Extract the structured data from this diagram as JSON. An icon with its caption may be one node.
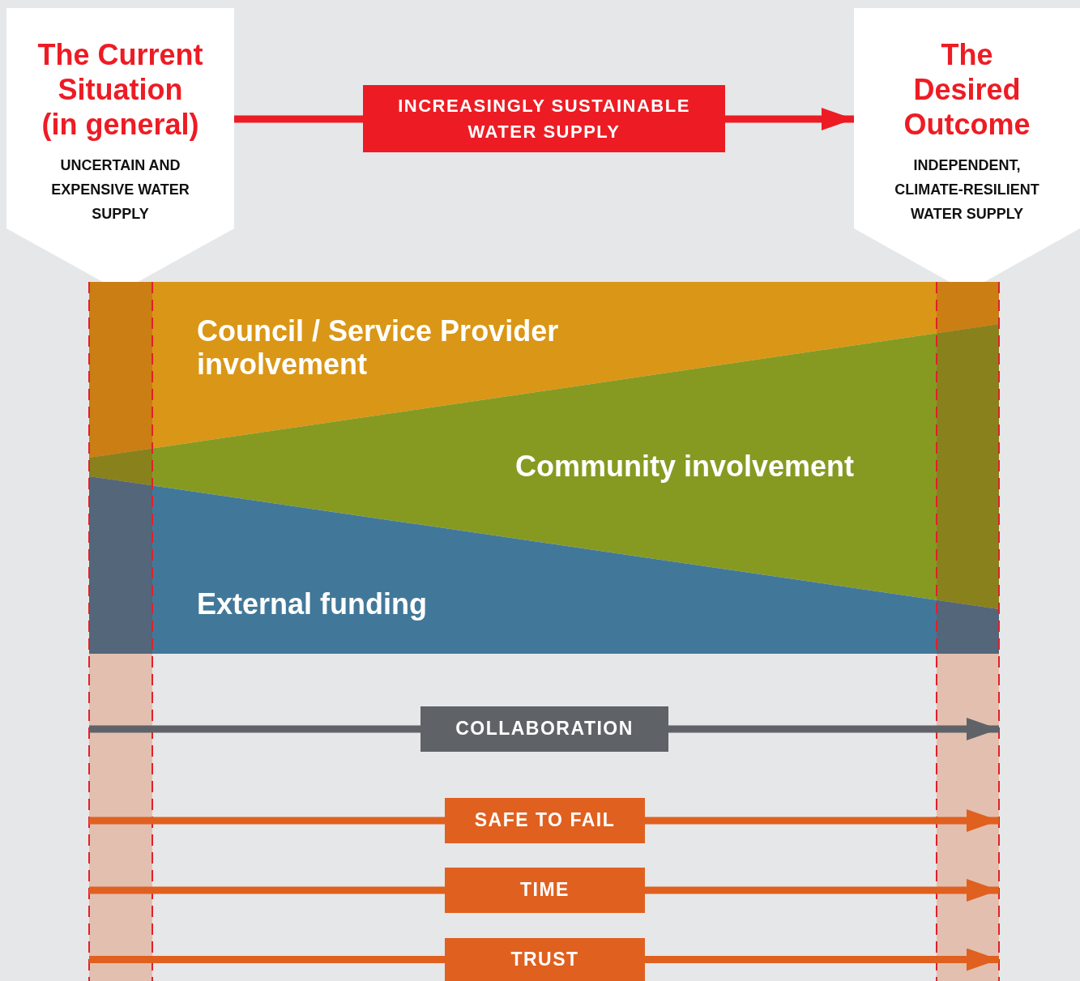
{
  "diagram": {
    "nodes": [
      {
        "text": [
          "The Current Situation (in general)",
          "UNCERTAIN AND EXPENSIVE WATER SUPPLY"
        ]
      },
      {
        "text": [
          "INCREASINGLY SUSTAINABLE WATER SUPPLY"
        ]
      },
      {
        "text": [
          "The Desired Outcome",
          "INDEPENDENT, CLIMATE-RESILIENT WATER SUPPLY"
        ]
      },
      {
        "text": [
          "Council / Service Provider involvement"
        ]
      },
      {
        "text": [
          "Community involvement"
        ]
      },
      {
        "text": [
          "External funding"
        ]
      },
      {
        "text": [
          "COLLABORATION"
        ]
      },
      {
        "text": [
          "SAFE TO FAIL"
        ]
      },
      {
        "text": [
          "TIME"
        ]
      },
      {
        "text": [
          "TRUST"
        ]
      },
      {
        "text": [],
        "shape": "bar"
      },
      {
        "text": [],
        "shape": "bar"
      }
    ],
    "edges": [
      {
        "from": 0,
        "to": 1,
        "arrow": "none",
        "color": "#ed1c24"
      },
      {
        "from": 1,
        "to": 2,
        "arrow": "to",
        "color": "#ed1c24"
      },
      {
        "from": 10,
        "to": 6,
        "arrow": "none",
        "color": "#5f6368"
      },
      {
        "from": 6,
        "to": 11,
        "arrow": "to",
        "color": "#5f6368"
      },
      {
        "from": 10,
        "to": 7,
        "arrow": "none"
      },
      {
        "from": 7,
        "to": 11,
        "arrow": "to"
      },
      {
        "from": 10,
        "to": 8,
        "arrow": "none"
      },
      {
        "from": 8,
        "to": 11,
        "arrow": "to"
      },
      {
        "from": 10,
        "to": 9,
        "arrow": "none"
      },
      {
        "from": 9,
        "to": 11,
        "arrow": "to"
      }
    ]
  }
}
